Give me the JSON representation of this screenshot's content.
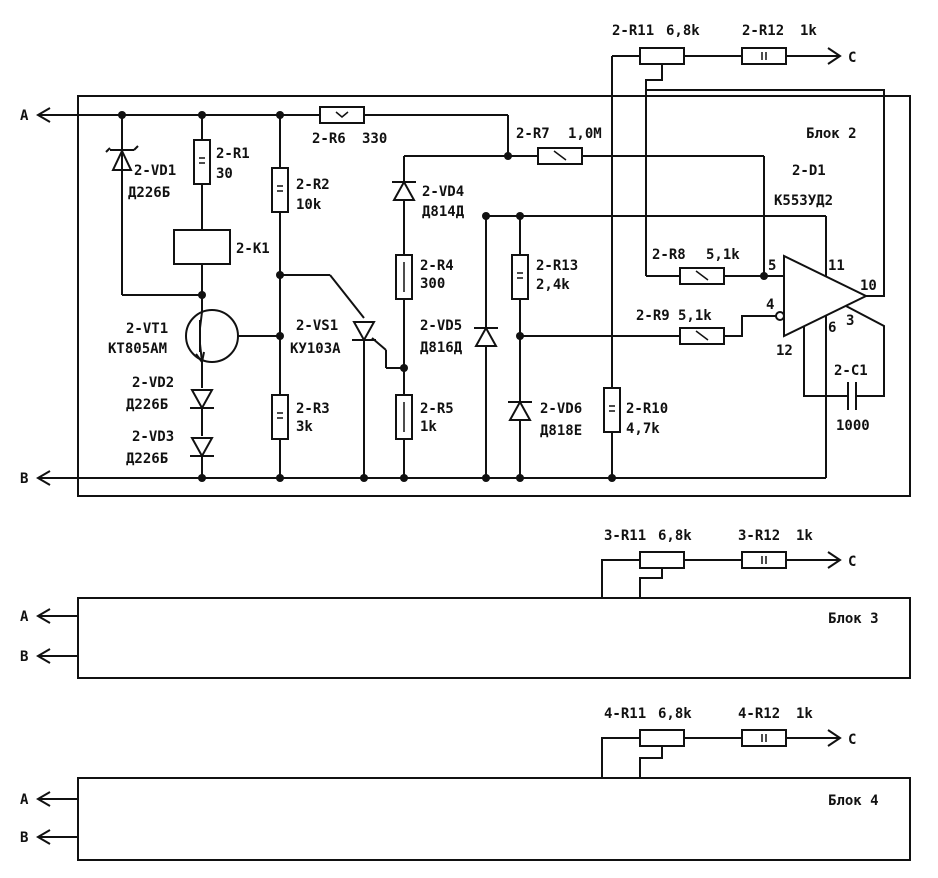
{
  "terminals": {
    "a": "A",
    "b": "B",
    "c": "C"
  },
  "block2": {
    "title": "Блок 2",
    "r11": "2-R11",
    "r11_val": "6,8k",
    "r12": "2-R12",
    "r12_val": "1k",
    "r6": "2-R6",
    "r6_val": "330",
    "r7": "2-R7",
    "r7_val": "1,0M",
    "vd1": "2-VD1",
    "vd1_type": "Д226Б",
    "r1": "2-R1",
    "r1_val": "30",
    "r2": "2-R2",
    "r2_val": "10k",
    "vd4": "2-VD4",
    "vd4_type": "Д814Д",
    "d1": "2-D1",
    "d1_type": "К553УД2",
    "k1": "2-K1",
    "r4": "2-R4",
    "r4_val": "300",
    "r13": "2-R13",
    "r13_val": "2,4k",
    "r8": "2-R8",
    "r8_val": "5,1k",
    "r9": "2-R9",
    "r9_val": "5,1k",
    "vt1": "2-VT1",
    "vt1_type": "КТ805АМ",
    "vs1": "2-VS1",
    "vs1_type": "КУ103А",
    "vd5": "2-VD5",
    "vd5_type": "Д816Д",
    "vd2": "2-VD2",
    "vd2_type": "Д226Б",
    "vd3": "2-VD3",
    "vd3_type": "Д226Б",
    "r3": "2-R3",
    "r3_val": "3k",
    "r5": "2-R5",
    "r5_val": "1k",
    "vd6": "2-VD6",
    "vd6_type": "Д818Е",
    "r10": "2-R10",
    "r10_val": "4,7k",
    "c1": "2-C1",
    "c1_val": "1000",
    "pin5": "5",
    "pin11": "11",
    "pin10": "10",
    "pin4": "4",
    "pin6": "6",
    "pin3": "3",
    "pin12": "12"
  },
  "block3": {
    "title": "Блок 3",
    "r11": "3-R11",
    "r11_val": "6,8k",
    "r12": "3-R12",
    "r12_val": "1k"
  },
  "block4": {
    "title": "Блок 4",
    "r11": "4-R11",
    "r11_val": "6,8k",
    "r12": "4-R12",
    "r12_val": "1k"
  }
}
